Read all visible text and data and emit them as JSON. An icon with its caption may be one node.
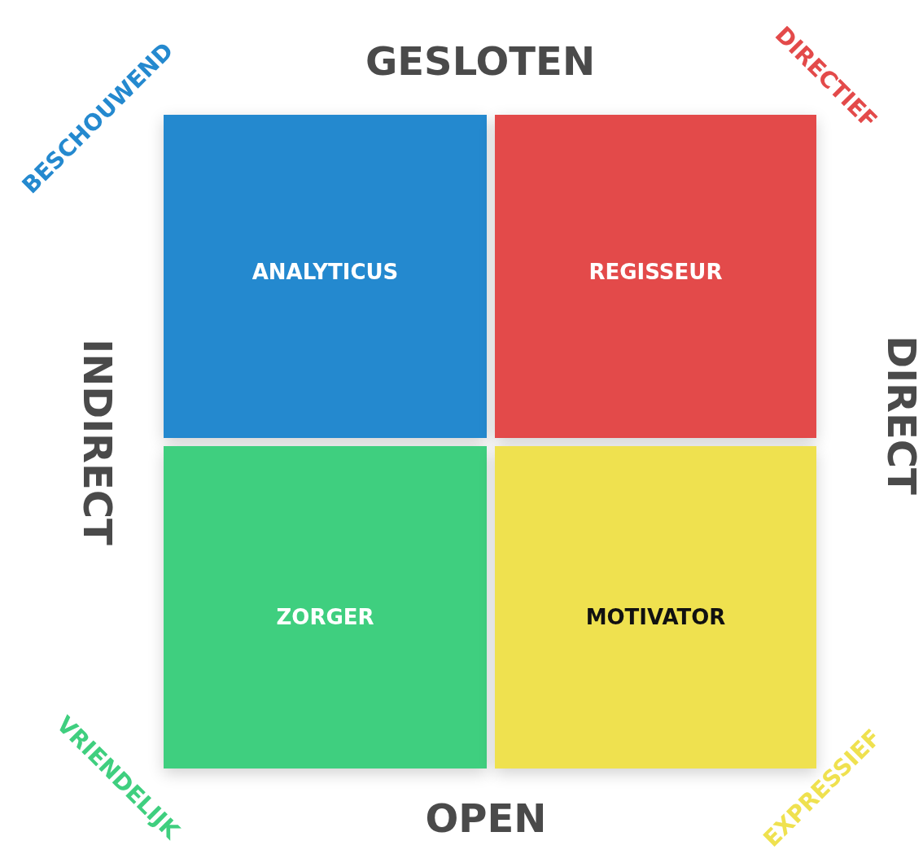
{
  "diagram": {
    "nodes": [
      {
        "text": [
          "ANALYTICUS"
        ]
      },
      {
        "text": [
          "REGISSEUR"
        ]
      },
      {
        "text": [
          "ZORGER"
        ]
      },
      {
        "text": [
          "MOTIVATOR"
        ]
      }
    ],
    "labels": [
      "BESCHOUWEND",
      "GESLOTEN",
      "DIRECTIEF",
      "INDIRECT",
      "DIRECT",
      "VRIENDELIJK",
      "OPEN",
      "EXPRESSIEF"
    ]
  }
}
